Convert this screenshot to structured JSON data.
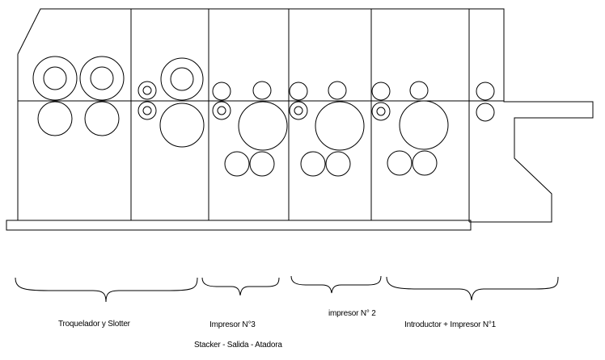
{
  "labels": {
    "troquelador": "Troquelador y Slotter",
    "impresor3": "Impresor N°3",
    "impresor2": "impresor N° 2",
    "introductor": "Introductor + Impresor N°1",
    "stacker": "Stacker - Salida - Atadora"
  },
  "colors": {
    "line": "#000000",
    "background": "#ffffff"
  }
}
